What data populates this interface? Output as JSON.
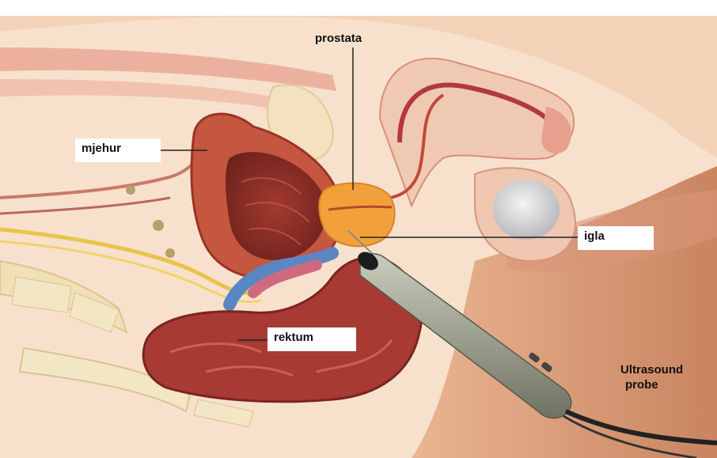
{
  "labels": {
    "prostata": "prostata",
    "mjehur": "mjehur",
    "igla": "igla",
    "rektum": "rektum",
    "probe_line1": "Ultrasound",
    "probe_line2": "probe"
  },
  "colors": {
    "skin": "#f0c9a8",
    "skin_dark": "#d99a78",
    "bladder": "#b5473b",
    "bladder_inner": "#8e2f28",
    "prostate": "#f2a13a",
    "rectum": "#a83a34",
    "bone": "#f3e6c4",
    "vein": "#5b86c4",
    "nerve": "#e8c54a",
    "probe": "#a8ab9a"
  }
}
